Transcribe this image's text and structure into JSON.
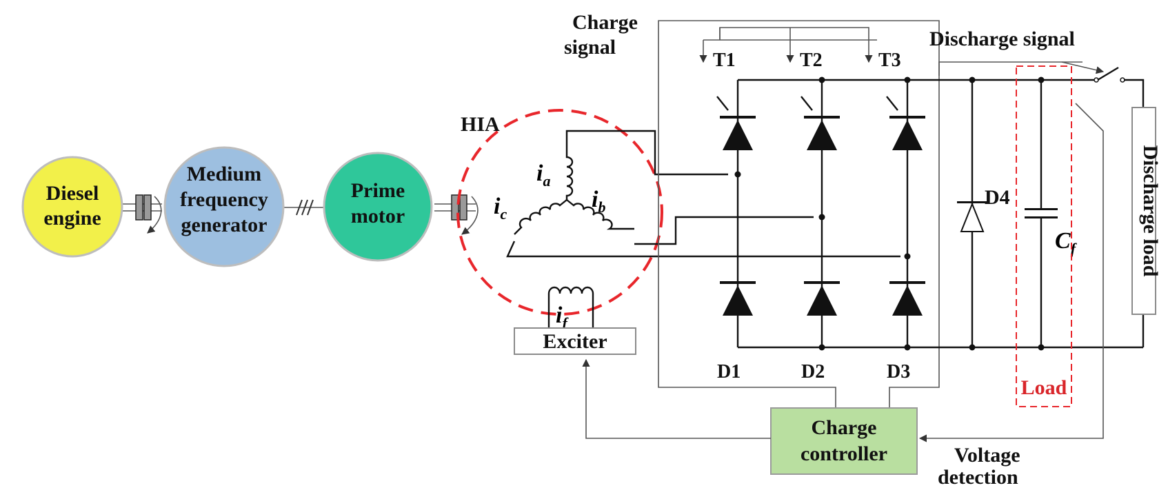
{
  "nodes": {
    "diesel": [
      "Diesel",
      "engine"
    ],
    "generator": [
      "Medium",
      "frequency",
      "generator"
    ],
    "prime": [
      "Prime",
      "motor"
    ]
  },
  "hia_label": "HIA",
  "coil_labels": {
    "ia": {
      "main": "i",
      "sub": "a"
    },
    "ib": {
      "main": "i",
      "sub": "b"
    },
    "ic": {
      "main": "i",
      "sub": "c"
    },
    "if": {
      "main": "i",
      "sub": "f"
    }
  },
  "exciter_label": "Exciter",
  "thyristors": [
    "T1",
    "T2",
    "T3"
  ],
  "diodes": [
    "D1",
    "D2",
    "D3"
  ],
  "freewheel_diode": "D4",
  "capacitor": {
    "main": "C",
    "sub": "f"
  },
  "charge_signal": [
    "Charge",
    "signal"
  ],
  "discharge_signal": "Discharge signal",
  "discharge_load": "Discharge load",
  "load_label": "Load",
  "controller": [
    "Charge",
    "controller"
  ],
  "voltage_detection": [
    "Voltage",
    "detection"
  ],
  "colors": {
    "diesel": "#f2f04a",
    "generator": "#9dbfe0",
    "prime": "#2fc79a",
    "controller": "#b9dfa0",
    "hia_ring": "#e8262b",
    "load_box": "#e8262b"
  }
}
